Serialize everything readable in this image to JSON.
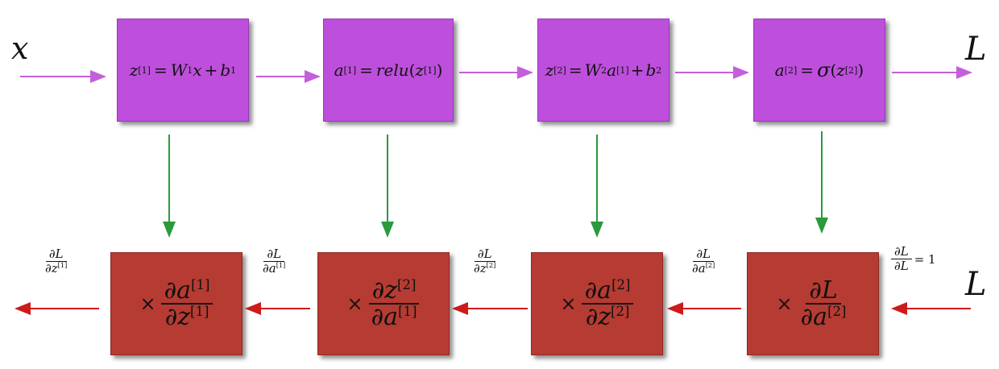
{
  "input_label": "x",
  "loss_label_top": "L",
  "loss_label_bottom": "L",
  "forward_boxes": [
    {
      "lhs": "z",
      "lhs_sup": "[1]",
      "eq": "=",
      "w": "W",
      "w_sub": "1",
      "x": "x",
      "plus": "+",
      "b": "b",
      "b_sub": "1"
    },
    {
      "lhs": "a",
      "lhs_sup": "[1]",
      "eq": "=",
      "fn": "relu",
      "open": "(",
      "arg": "z",
      "arg_sup": "[1]",
      "close": ")"
    },
    {
      "lhs": "z",
      "lhs_sup": "[2]",
      "eq": "=",
      "w": "W",
      "w_sub": "2",
      "a": "a",
      "a_sup": "[1]",
      "plus": "+",
      "b": "b",
      "b_sub": "2"
    },
    {
      "lhs": "a",
      "lhs_sup": "[2]",
      "eq": "=",
      "fn": "σ",
      "open": "(",
      "arg": "z",
      "arg_sup": "[2]",
      "close": ")"
    }
  ],
  "backward_boxes": [
    {
      "times": "×",
      "num": "∂a",
      "num_sup": "[1]",
      "den": "∂z",
      "den_sup": "[1]"
    },
    {
      "times": "×",
      "num": "∂z",
      "num_sup": "[2]",
      "den": "∂a",
      "den_sup": "[1]"
    },
    {
      "times": "×",
      "num": "∂a",
      "num_sup": "[2]",
      "den": "∂z",
      "den_sup": "[2]"
    },
    {
      "times": "×",
      "num": "∂L",
      "num_sup": "",
      "den": "∂a",
      "den_sup": "[2]"
    }
  ],
  "gradient_labels": [
    {
      "num": "∂L",
      "den": "∂z",
      "den_sup": "[1]",
      "suffix": ""
    },
    {
      "num": "∂L",
      "den": "∂a",
      "den_sup": "[1]",
      "suffix": ""
    },
    {
      "num": "∂L",
      "den": "∂z",
      "den_sup": "[2]",
      "suffix": ""
    },
    {
      "num": "∂L",
      "den": "∂a",
      "den_sup": "[2]",
      "suffix": ""
    },
    {
      "num": "∂L",
      "den": "∂L",
      "den_sup": "",
      "suffix": "= 1"
    }
  ],
  "colors": {
    "forward_box": "#bd4fdc",
    "backward_box": "#b63b32",
    "forward_arrow": "#c45fdc",
    "down_arrow": "#2a9a3c",
    "backward_arrow": "#cc1b1b"
  }
}
